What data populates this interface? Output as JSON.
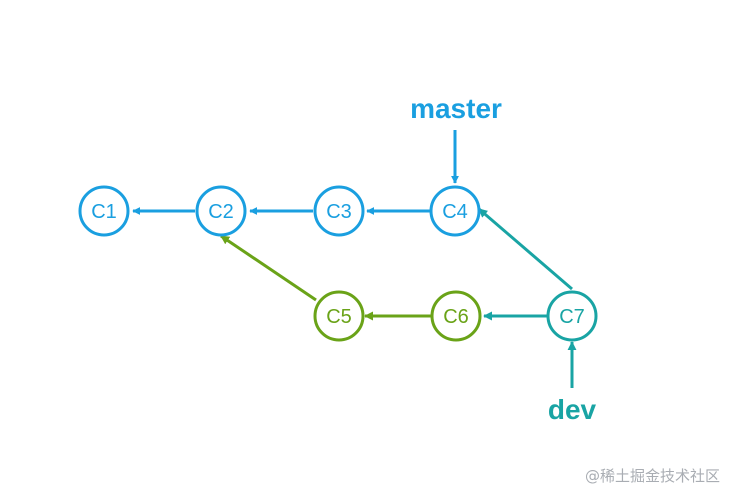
{
  "colors": {
    "blue": "#1a9fe0",
    "teal": "#19a4a4",
    "green": "#6aa318",
    "watermark": "#a9adb3"
  },
  "commits": {
    "c1": "C1",
    "c2": "C2",
    "c3": "C3",
    "c4": "C4",
    "c5": "C5",
    "c6": "C6",
    "c7": "C7"
  },
  "branches": {
    "master": "master",
    "dev": "dev"
  },
  "watermark": "@稀土掘金技术社区"
}
